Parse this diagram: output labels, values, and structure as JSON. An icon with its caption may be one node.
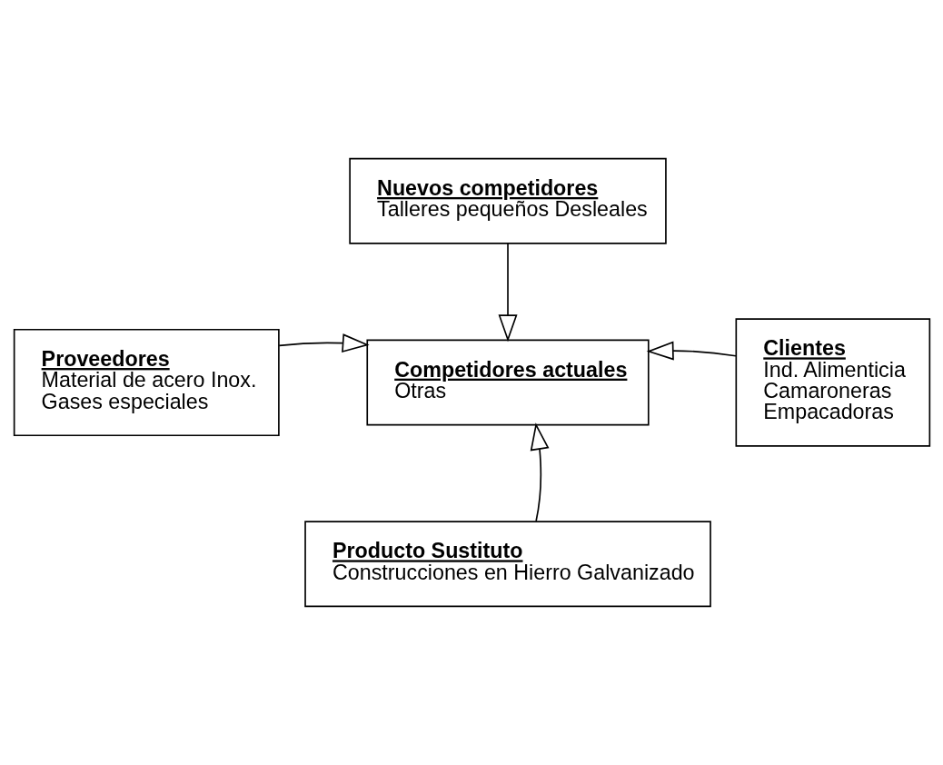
{
  "diagram": {
    "nodes": [
      {
        "text": [
          "Nuevos competidores",
          "Talleres pequeños Desleales"
        ]
      },
      {
        "text": [
          "Proveedores",
          "Material de acero Inox.",
          "Gases especiales"
        ]
      },
      {
        "text": [
          "Competidores actuales",
          "Otras"
        ]
      },
      {
        "text": [
          "Clientes",
          "Ind. Alimenticia",
          "Camaroneras",
          "Empacadoras"
        ]
      },
      {
        "text": [
          "Producto Sustituto",
          "Construcciones en Hierro Galvanizado"
        ]
      }
    ],
    "edges": [
      {
        "from": 0,
        "to": 2,
        "arrow": "to"
      },
      {
        "from": 1,
        "to": 2,
        "arrow": "to"
      },
      {
        "from": 3,
        "to": 2,
        "arrow": "to"
      },
      {
        "from": 4,
        "to": 2,
        "arrow": "to"
      }
    ]
  }
}
